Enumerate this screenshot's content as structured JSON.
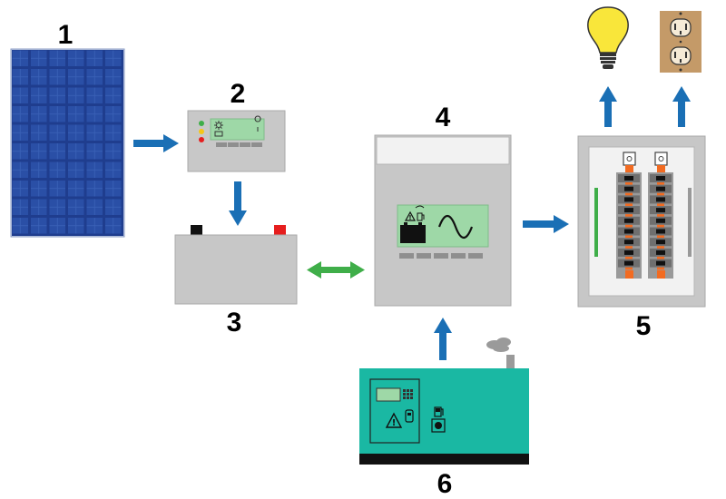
{
  "labels": {
    "solar_panel": "1",
    "charge_controller": "2",
    "battery": "3",
    "inverter": "4",
    "breaker_panel": "5",
    "generator": "6"
  },
  "colors": {
    "panel_blue": "#1d3a8c",
    "arrow_blue": "#1a6fb5",
    "arrow_green": "#3fae49",
    "device_gray": "#c7c7c7",
    "screen_green": "#9ed8a7",
    "generator_teal": "#1ab8a3",
    "bulb_yellow": "#f9e63a",
    "outlet_tan": "#c49a68",
    "battery_red": "#e61e1e",
    "breaker_orange": "#f26b21"
  },
  "icons": [
    "warning-icon",
    "sine-wave-icon",
    "fuel-icon",
    "light-bulb-icon",
    "outlet-icon"
  ]
}
